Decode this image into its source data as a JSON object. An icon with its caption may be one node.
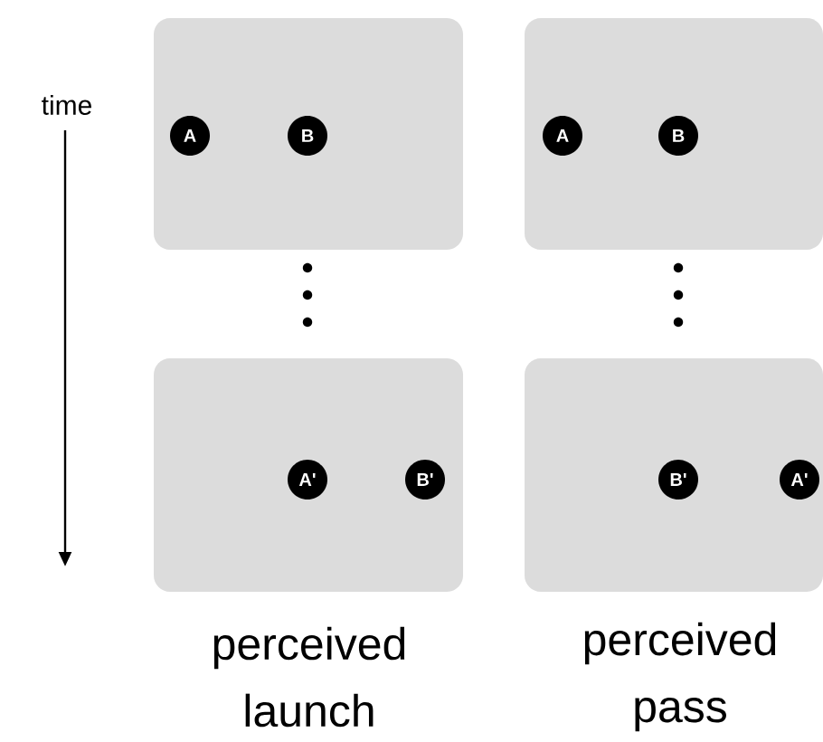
{
  "diagram": {
    "nodes": [
      {
        "text": [],
        "shape": "box"
      },
      {
        "text": [
          "A"
        ],
        "in": 0
      },
      {
        "text": [
          "B"
        ],
        "in": 0
      },
      {
        "text": [],
        "shape": "box"
      },
      {
        "text": [
          "A"
        ],
        "in": 3
      },
      {
        "text": [
          "B"
        ],
        "in": 3
      },
      {
        "text": [],
        "shape": "box"
      },
      {
        "text": [
          "A'"
        ],
        "in": 6
      },
      {
        "text": [
          "B'"
        ],
        "in": 6
      },
      {
        "text": [],
        "shape": "box"
      },
      {
        "text": [
          "B'"
        ],
        "in": 9
      },
      {
        "text": [
          "A'"
        ],
        "in": 9
      }
    ],
    "labels": [
      "time",
      "perceived launch",
      "perceived pass"
    ]
  }
}
